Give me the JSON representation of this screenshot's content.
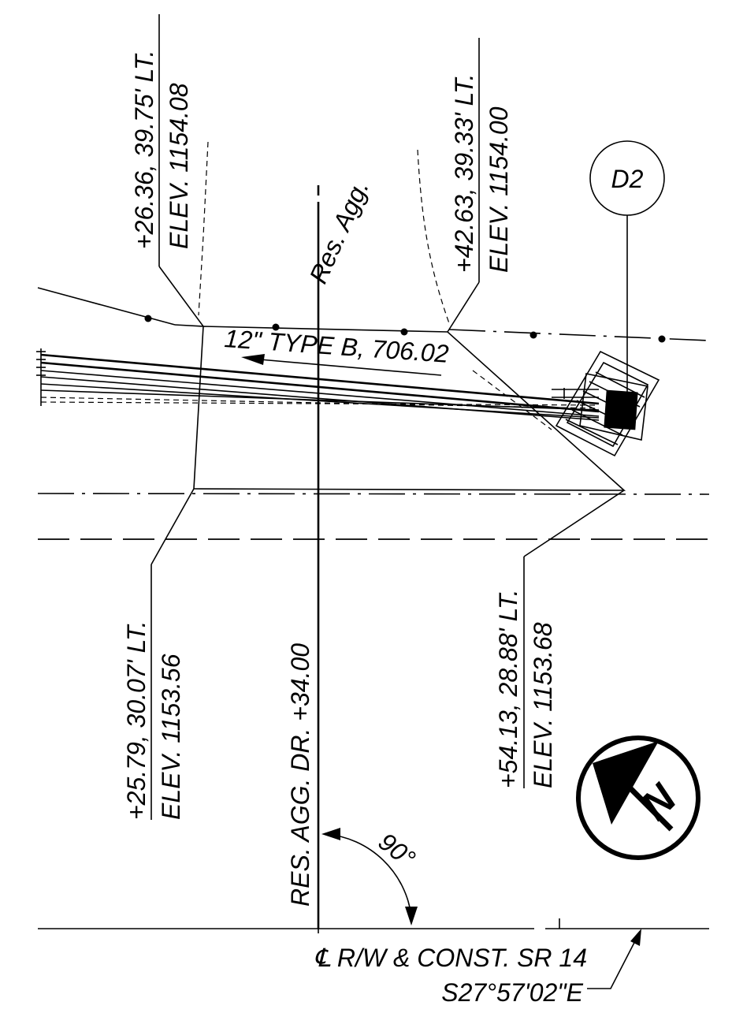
{
  "callouts": {
    "top_left": {
      "station": "+26.36, 39.75' LT.",
      "elevation": "ELEV. 1154.08"
    },
    "top_right": {
      "station": "+42.63, 39.33' LT.",
      "elevation": "ELEV. 1154.00"
    },
    "bottom_left": {
      "station": "+25.79, 30.07' LT.",
      "elevation": "ELEV. 1153.56"
    },
    "bottom_right": {
      "station": "+54.13, 28.88' LT.",
      "elevation": "ELEV. 1153.68"
    }
  },
  "detail_tag": "D2",
  "drain_label": "Res. Agg.",
  "pipe_label": "12\" TYPE B, 706.02",
  "drain_station": "RES. AGG. DR. +34.00",
  "angle_label": "90°",
  "centerline": {
    "label": "℄ R/W & CONST. SR 14",
    "bearing": "S27°57'02\"E"
  },
  "north_arrow": {
    "letter": "N"
  }
}
